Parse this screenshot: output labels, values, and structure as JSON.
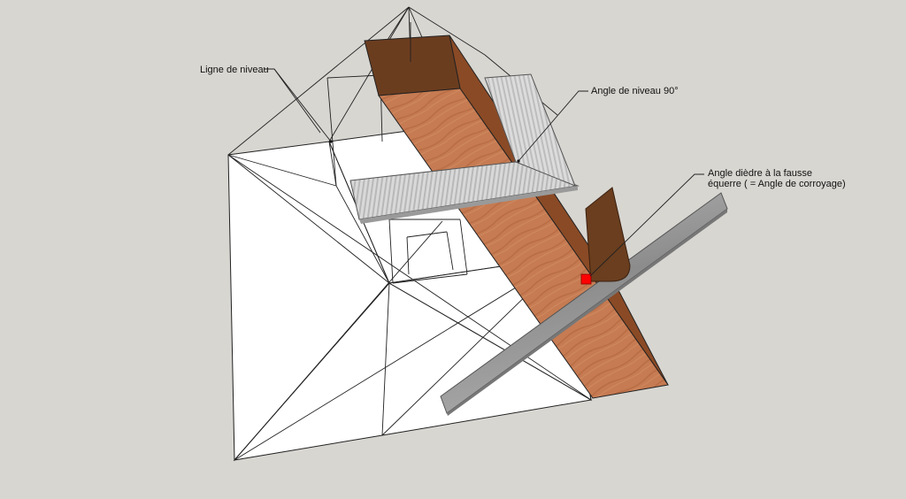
{
  "labels": {
    "ligne_niveau": "Ligne de niveau",
    "angle_niveau": "Angle de niveau 90°",
    "angle_diedre_line1": "Angle dièdre à la fausse",
    "angle_diedre_line2": "équerre ( = Angle de corroyage)"
  },
  "colors": {
    "background": "#d8d6d1",
    "wood_face": "#c67b52",
    "wood_top": "#6b3d1f",
    "wood_side": "#8a4a25",
    "square_metal": "#d2d2d2",
    "bevel_blade": "#9a9a9a",
    "bevel_handle": "#6a3e1e",
    "marker": "#ff0000"
  }
}
